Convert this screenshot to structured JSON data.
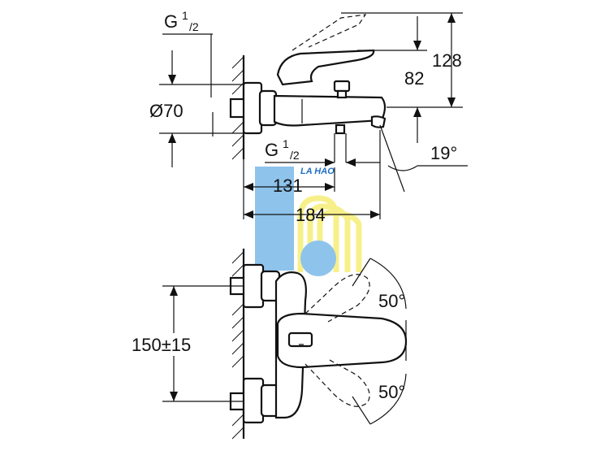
{
  "dimensions": {
    "inlet_thread_top": {
      "main": "G",
      "sup": "1",
      "sub": "/2"
    },
    "diameter": "Ø70",
    "height_82": "82",
    "height_128": "128",
    "outlet_thread": {
      "main": "G",
      "sup": "1",
      "sub": "/2"
    },
    "angle_spout": "19°",
    "depth_131": "131",
    "depth_184": "184",
    "angle_lever_up": "50°",
    "angle_lever_down": "50°",
    "centers": "150±15"
  },
  "watermark": {
    "text": "LA HAO",
    "colors": {
      "blue": "#8ec3ec",
      "yellow": "#f7f08a"
    }
  }
}
